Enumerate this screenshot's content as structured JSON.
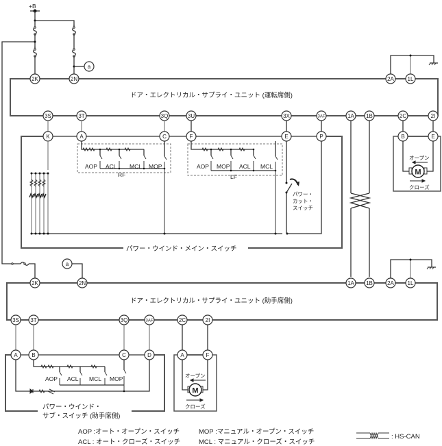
{
  "diagram": {
    "power_label": "+B",
    "junction_a": "a",
    "driver_unit": {
      "title": "ドア・エレクトリカル・サプライ・ユニット (運転席側)",
      "top_terminals": [
        "2K",
        "2N",
        "2A",
        "1L"
      ],
      "bottom_terminals": [
        "3S",
        "3T",
        "3Q",
        "3U",
        "3X",
        "3AF",
        "1A",
        "1B",
        "2C",
        "2I"
      ]
    },
    "main_switch": {
      "title": "パワー・ウインド・メイン・スイッチ",
      "terminals": [
        "K",
        "A",
        "C",
        "F",
        "E",
        "P"
      ],
      "rf_group": {
        "label": "RF",
        "switches": [
          "AOP",
          "ACL",
          "MCL",
          "MOP"
        ]
      },
      "lf_group": {
        "label": "LF",
        "switches": [
          "AOP",
          "MOP",
          "ACL",
          "MCL"
        ]
      },
      "power_cut_switch": [
        "パワー・",
        "カット・",
        "スイッチ"
      ]
    },
    "driver_motor": {
      "terminals": [
        "B",
        "E"
      ],
      "motor_label": "M",
      "open_label": "オープン",
      "close_label": "クローズ"
    },
    "passenger_unit": {
      "title": "ドア・エレクトリカル・サプライ・ユニット (助手席側)",
      "top_terminals": [
        "2K",
        "2N",
        "1A",
        "1B",
        "2A",
        "1L"
      ],
      "bottom_terminals": [
        "3S",
        "3T",
        "3Q",
        "3AF",
        "2C",
        "2I"
      ]
    },
    "sub_switch": {
      "title_line1": "パワー・ウインド・",
      "title_line2": "サブ・スイッチ (助手席側)",
      "terminals": [
        "A",
        "B",
        "C",
        "D"
      ],
      "switches": [
        "AOP",
        "ACL",
        "MCL",
        "MOP"
      ]
    },
    "passenger_motor": {
      "terminals": [
        "A",
        "F"
      ],
      "motor_label": "M",
      "open_label": "オープン",
      "close_label": "クローズ"
    }
  },
  "legend": {
    "items": [
      {
        "abbr": "AOP",
        "text": "AOP :オート・オープン・スイッチ"
      },
      {
        "abbr": "ACL",
        "text": "ACL : オート・クローズ・スイッチ"
      },
      {
        "abbr": "MOP",
        "text": "MOP :マニュアル・オープン・スイッチ"
      },
      {
        "abbr": "MCL",
        "text": "MCL : マニュアル・クローズ・スイッチ"
      }
    ],
    "hs_can": ": HS-CAN"
  }
}
